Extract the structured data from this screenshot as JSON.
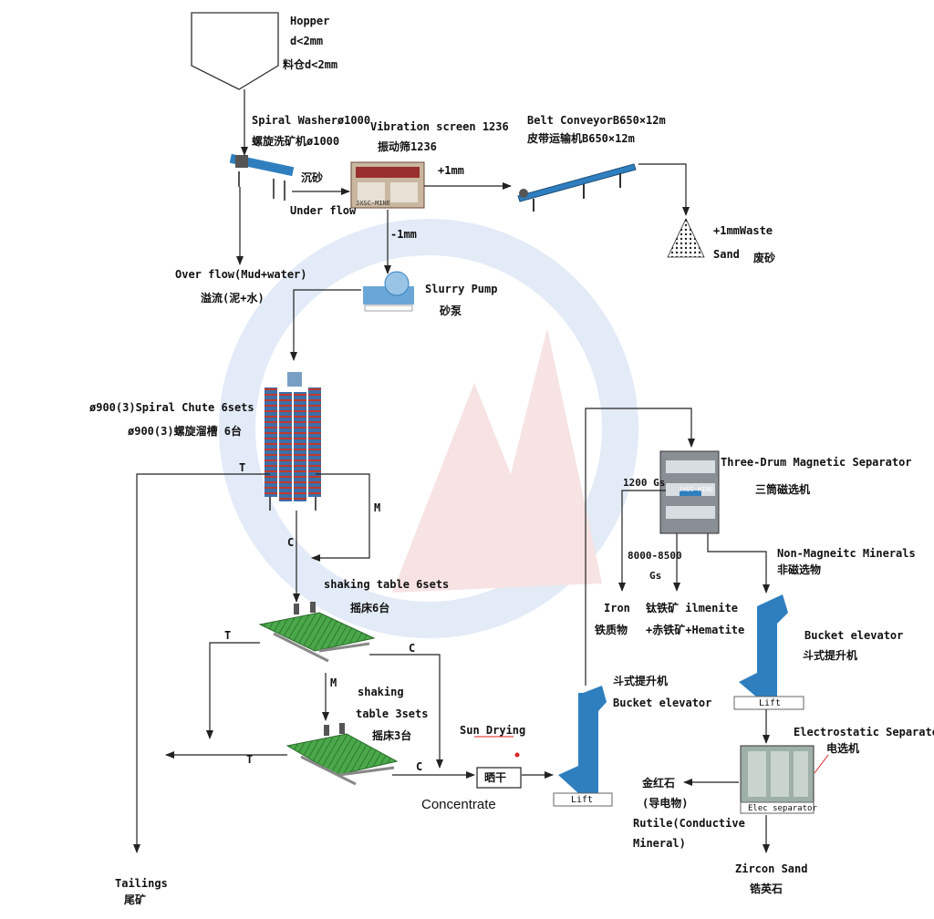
{
  "labels": {
    "hopper": "Hopper",
    "hopper_d": "d<2mm",
    "hopper_cn": "料仓d<2mm",
    "spiral_washer": "Spiral Washerø1000",
    "spiral_washer_cn": "螺旋洗矿机ø1000",
    "vibration_screen": "Vibration screen 1236",
    "vibration_screen_cn": "振动筛1236",
    "belt_conveyor": "Belt ConveyorB650×12m",
    "belt_conveyor_cn": "皮带运输机B650×12m",
    "sediment_cn": "沉砂",
    "under_flow": "Under flow",
    "plus_1mm": "+1mm",
    "waste_sand_1": "+1mmWaste",
    "waste_sand_2": "Sand",
    "waste_sand_cn": "废砂",
    "minus_1mm": "-1mm",
    "over_flow": "Over flow(Mud+water)",
    "over_flow_cn": "溢流(泥+水)",
    "slurry_pump": "Slurry Pump",
    "slurry_pump_cn": "砂泵",
    "spiral_chute": "ø900(3)Spiral Chute 6sets",
    "spiral_chute_cn": "ø900(3)螺旋溜槽 6台",
    "t1": "T",
    "m1": "M",
    "c1": "C",
    "shaking_table_6": "shaking table 6sets",
    "shaking_table_6_cn": "摇床6台",
    "t2": "T",
    "c2": "C",
    "m2": "M",
    "shaking_table_3a": "shaking",
    "shaking_table_3b": "table 3sets",
    "shaking_table_3_cn": "摇床3台",
    "t3": "T",
    "c3": "C",
    "sun_drying": "Sun Drying",
    "sun_drying_cn": "晒干",
    "concentrate": "Concentrate",
    "tailings": "Tailings",
    "tailings_cn": "尾矿",
    "bucket_elevator_1_cn": "斗式提升机",
    "bucket_elevator_1": "Bucket elevator",
    "lift_1": "Lift",
    "three_drum": "Three-Drum Magnetic Separator",
    "three_drum_cn": "三筒磁选机",
    "gs_1200": "1200 Gs",
    "gs_8000a": "8000-8500",
    "gs_8000b": "Gs",
    "iron": "Iron",
    "iron_cn": "铁质物",
    "ilmenite": "钛铁矿 ilmenite",
    "hematite": "+赤铁矿+Hematite",
    "non_magnetic": "Non-Magneitc Minerals",
    "non_magnetic_cn": "非磁选物",
    "bucket_elevator_2": "Bucket elevator",
    "bucket_elevator_2_cn": "斗式提升机",
    "lift_2": "Lift",
    "electrostatic": "Electrostatic Separator",
    "electrostatic_cn": "电选机",
    "elec_separator": "Elec separator",
    "rutile_cn": "金红石",
    "conductor_cn": "(导电物)",
    "rutile_1": "Rutile(Conductive",
    "rutile_2": "Mineral)",
    "zircon": "Zircon Sand",
    "zircon_cn": "锆英石",
    "machine_plate_1": "JXSC-MINE",
    "machine_plate_2": "JXSC-MINE"
  },
  "colors": {
    "line": "#222222",
    "equipment_blue": "#2f7fbf",
    "table_green": "#3a9a3a",
    "watermark_blue": "#dde8f5",
    "watermark_red": "#f6dede"
  }
}
